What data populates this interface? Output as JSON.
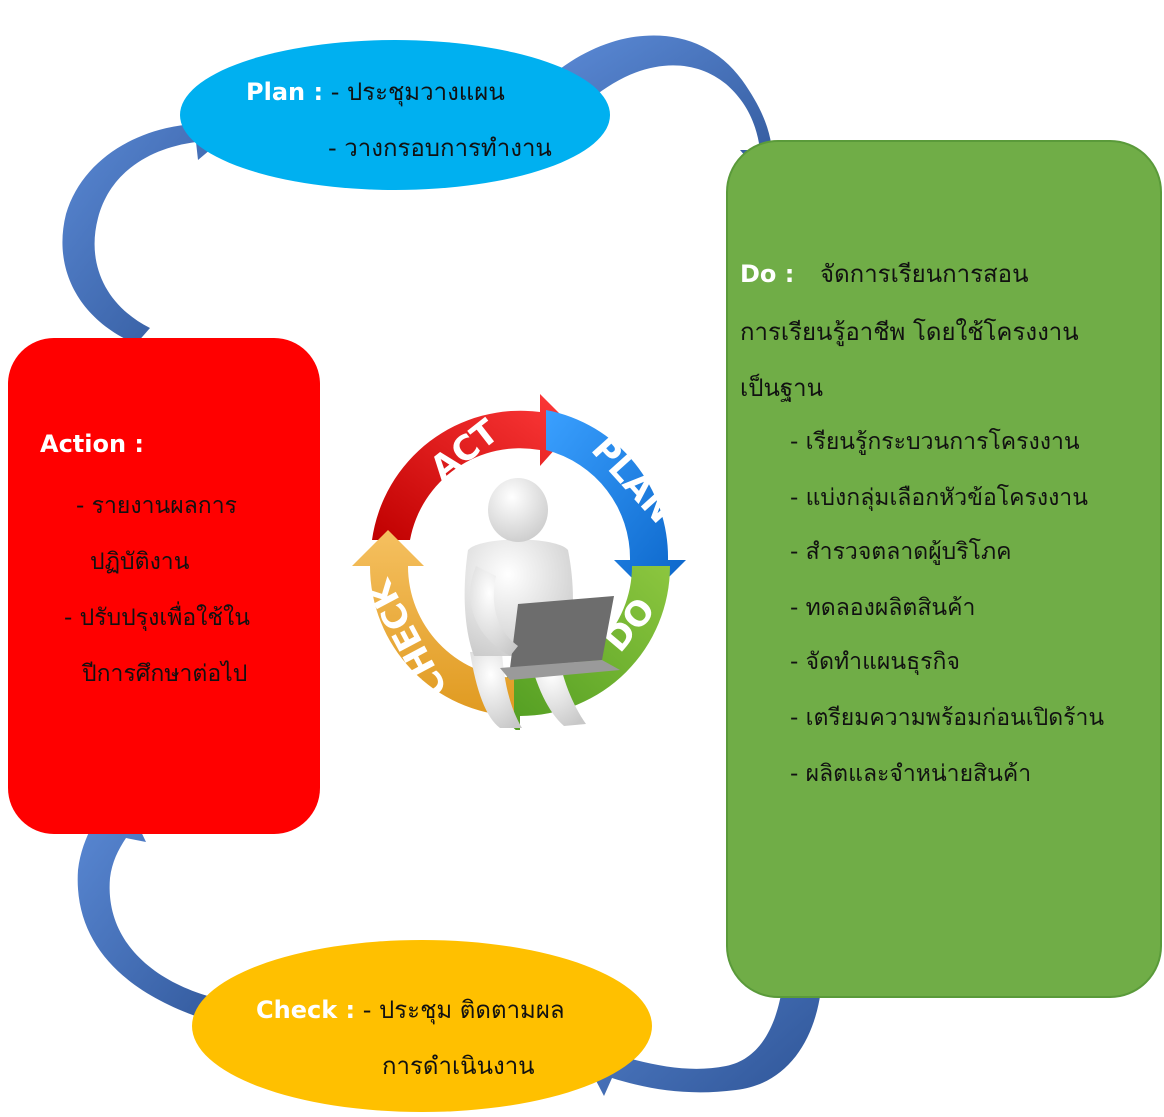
{
  "plan": {
    "label": "Plan :",
    "line1": "- ประชุมวางแผน",
    "line2": "- วางกรอบการทำงาน"
  },
  "do": {
    "label": "Do :",
    "intro1": "จัดการเรียนการสอน",
    "intro2": "การเรียนรู้อาชีพ โดยใช้โครงงาน",
    "intro3": "เป็นฐาน",
    "items": [
      "- เรียนรู้กระบวนการโครงงาน",
      "- แบ่งกลุ่มเลือกหัวข้อโครงงาน",
      "- สำรวจตลาดผู้บริโภค",
      "- ทดลองผลิตสินค้า",
      "- จัดทำแผนธุรกิจ",
      "- เตรียมความพร้อมก่อนเปิดร้าน",
      "- ผลิตและจำหน่ายสินค้า"
    ]
  },
  "action": {
    "label": "Action :",
    "line1": "- รายงานผลการ",
    "line2": "ปฏิบัติงาน",
    "line3": "- ปรับปรุงเพื่อใช้ใน",
    "line4": "ปีการศึกษาต่อไป"
  },
  "check": {
    "label": "Check :",
    "line1": "- ประชุม ติดตามผล",
    "line2": "การดำเนินงาน"
  },
  "cycle": {
    "act": "ACT",
    "plan": "PLAN",
    "do": "DO",
    "check": "CHECK"
  },
  "colors": {
    "plan": "#00b0f0",
    "do": "#70ad47",
    "action": "#ff0000",
    "check": "#ffc000",
    "connector_arrow": "#4472c4"
  }
}
